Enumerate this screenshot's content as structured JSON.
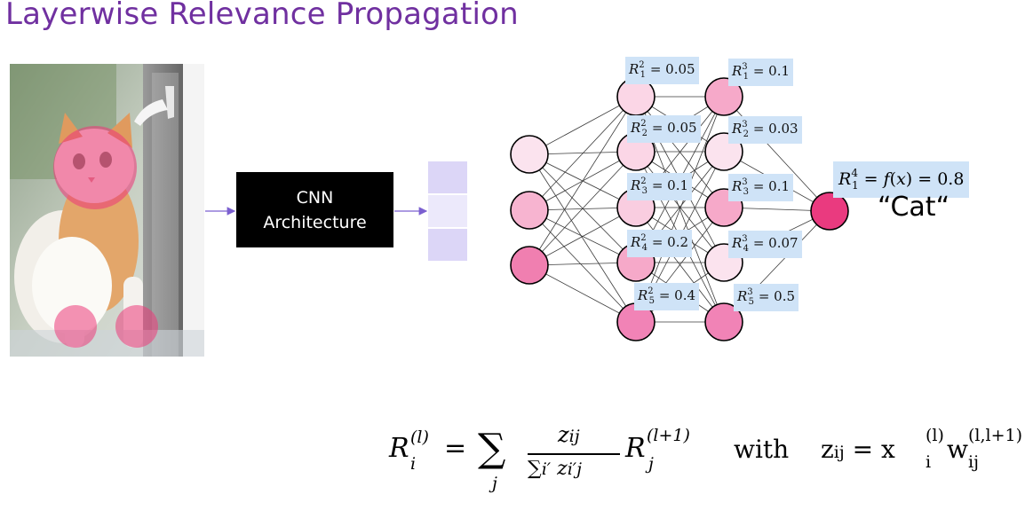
{
  "slide": {
    "title": "Layerwise Relevance Propagation"
  },
  "cnn": {
    "label_line1": "CNN",
    "label_line2": "Architecture"
  },
  "relevance": {
    "layer2": [
      "0.05",
      "0.05",
      "0.1",
      "0.2",
      "0.4"
    ],
    "layer3": [
      "0.1",
      "0.03",
      "0.1",
      "0.07",
      "0.5"
    ],
    "output": "0.8"
  },
  "output_label": "“Cat“",
  "formula": {
    "sum_text": "∑",
    "with_text": "with"
  },
  "colors": {
    "title": "#7030a0",
    "label_bg": "#cfe3f7",
    "feature_vector": [
      "#dcd6f7",
      "#ece9fb",
      "#dcd6f7"
    ],
    "input_nodes": [
      "#fbe3ee",
      "#f7b4d0",
      "#f07fb0"
    ],
    "layer2_nodes": [
      "#fbd6e6",
      "#fbd6e6",
      "#f9cde0",
      "#f6a9c9",
      "#f183b6"
    ],
    "layer3_nodes": [
      "#f6a9c9",
      "#fbe3ee",
      "#f6a9c9",
      "#fbe3ee",
      "#f183b6"
    ],
    "output_node": "#ea3a7f"
  }
}
